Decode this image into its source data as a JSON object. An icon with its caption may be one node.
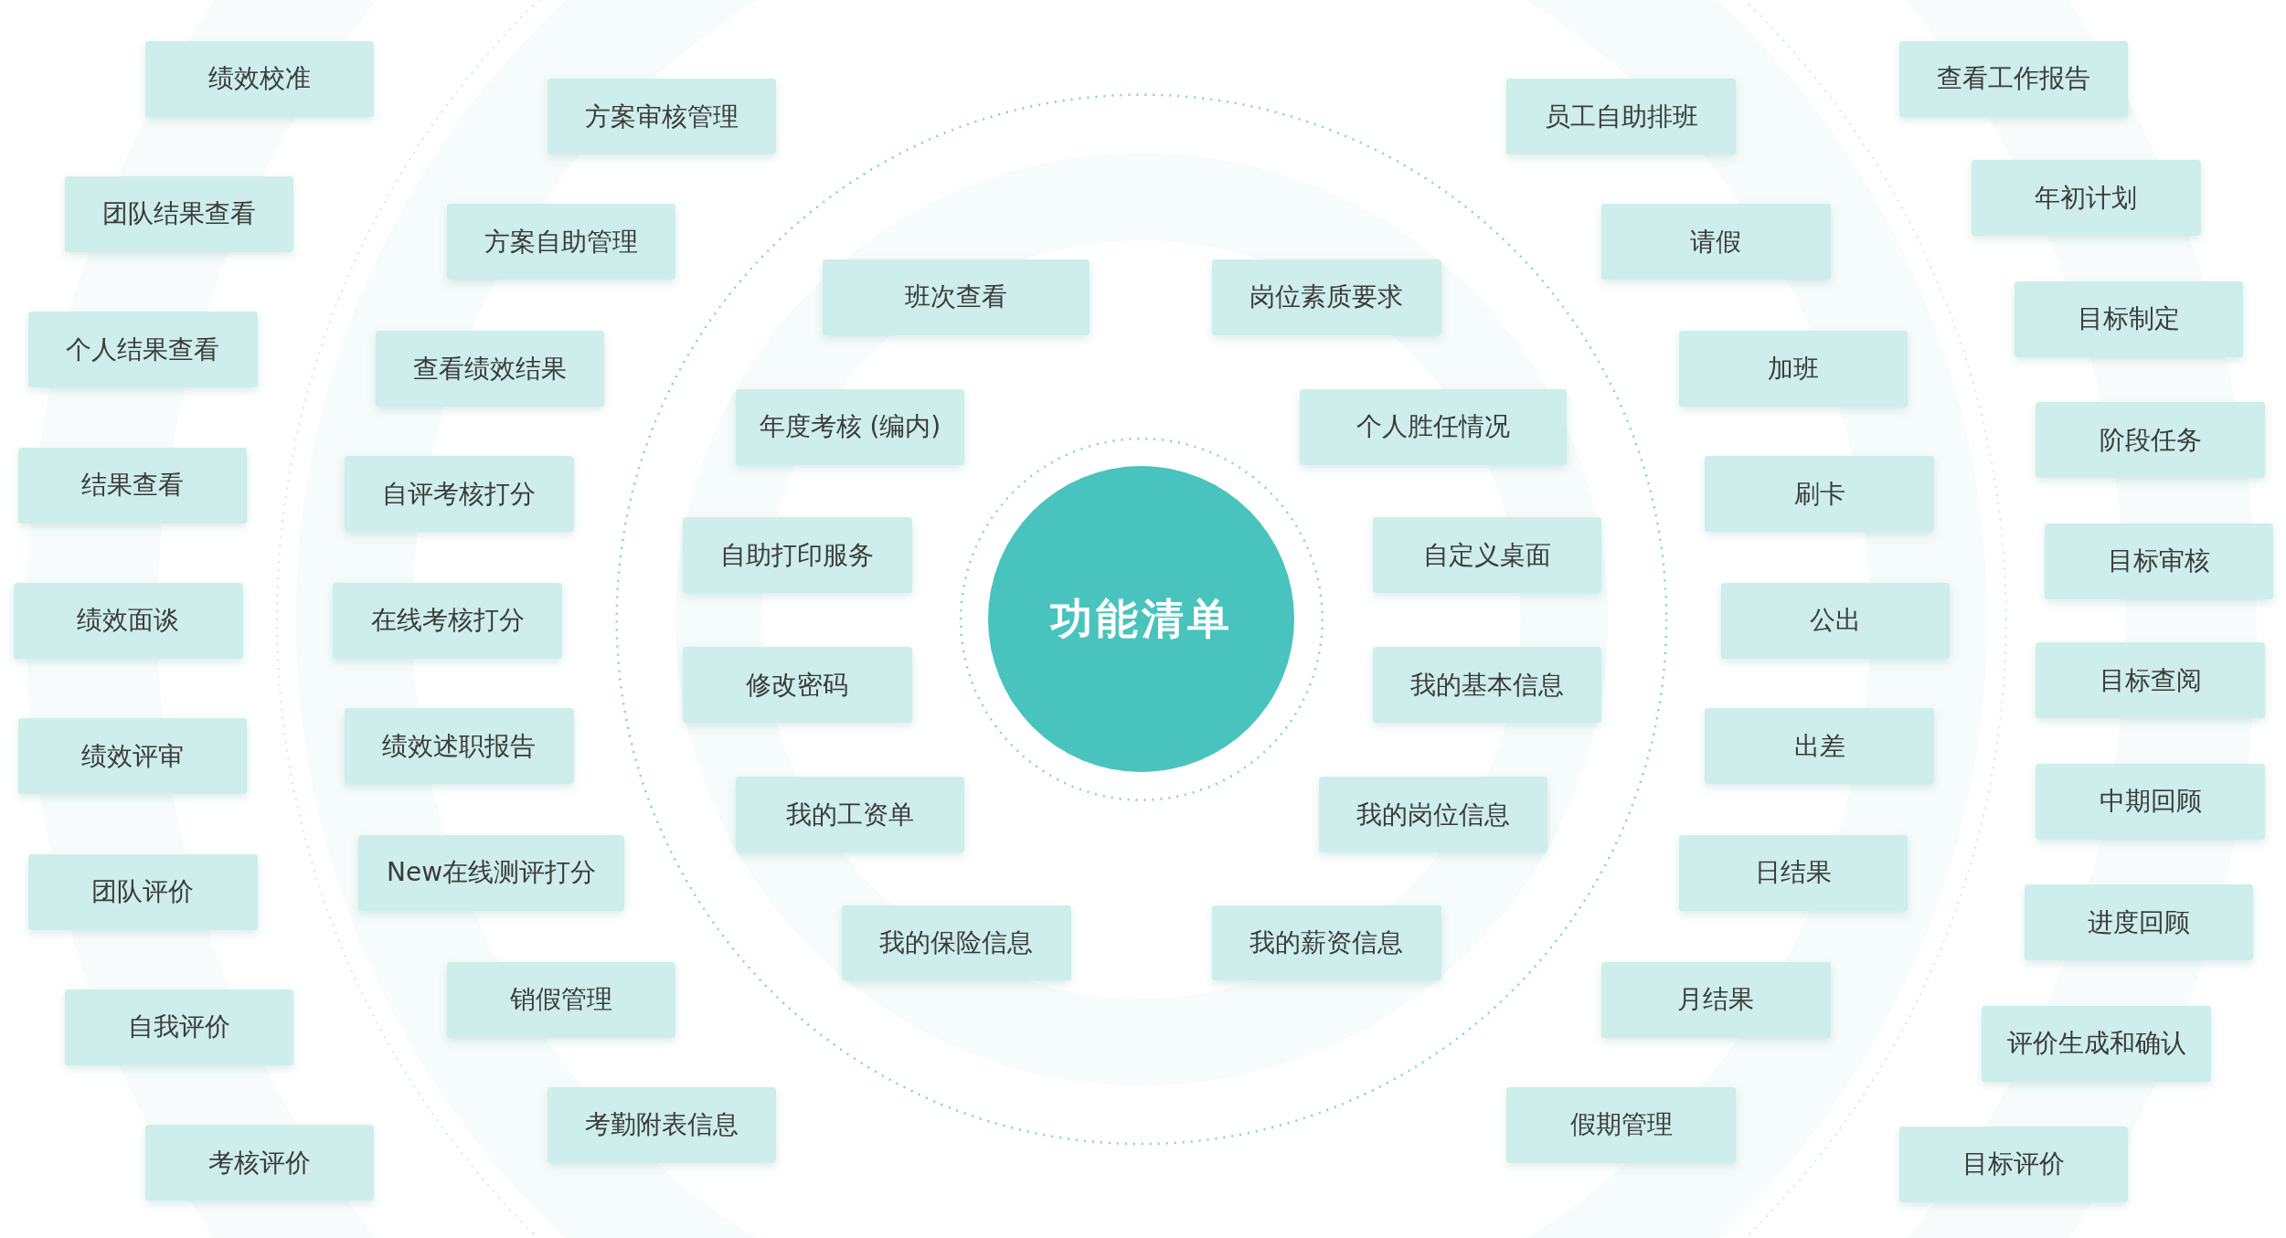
{
  "diagram": {
    "nodes": [
      {
        "text": [
          "功能清单"
        ]
      },
      {
        "text": [
          "班次查看"
        ]
      },
      {
        "text": [
          "年度考核 (编内)"
        ]
      },
      {
        "text": [
          "自助打印服务"
        ]
      },
      {
        "text": [
          "修改密码"
        ]
      },
      {
        "text": [
          "我的工资单"
        ]
      },
      {
        "text": [
          "我的保险信息"
        ]
      },
      {
        "text": [
          "岗位素质要求"
        ]
      },
      {
        "text": [
          "个人胜任情况"
        ]
      },
      {
        "text": [
          "自定义桌面"
        ]
      },
      {
        "text": [
          "我的基本信息"
        ]
      },
      {
        "text": [
          "我的岗位信息"
        ]
      },
      {
        "text": [
          "我的薪资信息"
        ]
      },
      {
        "text": [
          "方案审核管理"
        ]
      },
      {
        "text": [
          "方案自助管理"
        ]
      },
      {
        "text": [
          "查看绩效结果"
        ]
      },
      {
        "text": [
          "自评考核打分"
        ]
      },
      {
        "text": [
          "在线考核打分"
        ]
      },
      {
        "text": [
          "绩效述职报告"
        ]
      },
      {
        "text": [
          "New在线测评打分"
        ]
      },
      {
        "text": [
          "销假管理"
        ]
      },
      {
        "text": [
          "考勤附表信息"
        ]
      },
      {
        "text": [
          "员工自助排班"
        ]
      },
      {
        "text": [
          "请假"
        ]
      },
      {
        "text": [
          "加班"
        ]
      },
      {
        "text": [
          "刷卡"
        ]
      },
      {
        "text": [
          "公出"
        ]
      },
      {
        "text": [
          "出差"
        ]
      },
      {
        "text": [
          "日结果"
        ]
      },
      {
        "text": [
          "月结果"
        ]
      },
      {
        "text": [
          "假期管理"
        ]
      },
      {
        "text": [
          "绩效校准"
        ]
      },
      {
        "text": [
          "团队结果查看"
        ]
      },
      {
        "text": [
          "个人结果查看"
        ]
      },
      {
        "text": [
          "结果查看"
        ]
      },
      {
        "text": [
          "绩效面谈"
        ]
      },
      {
        "text": [
          "绩效评审"
        ]
      },
      {
        "text": [
          "团队评价"
        ]
      },
      {
        "text": [
          "自我评价"
        ]
      },
      {
        "text": [
          "考核评价"
        ]
      },
      {
        "text": [
          "查看工作报告"
        ]
      },
      {
        "text": [
          "年初计划"
        ]
      },
      {
        "text": [
          "目标制定"
        ]
      },
      {
        "text": [
          "阶段任务"
        ]
      },
      {
        "text": [
          "目标审核"
        ]
      },
      {
        "text": [
          "目标查阅"
        ]
      },
      {
        "text": [
          "中期回顾"
        ]
      },
      {
        "text": [
          "进度回顾"
        ]
      },
      {
        "text": [
          "评价生成和确认"
        ]
      },
      {
        "text": [
          "目标评价"
        ]
      }
    ]
  }
}
